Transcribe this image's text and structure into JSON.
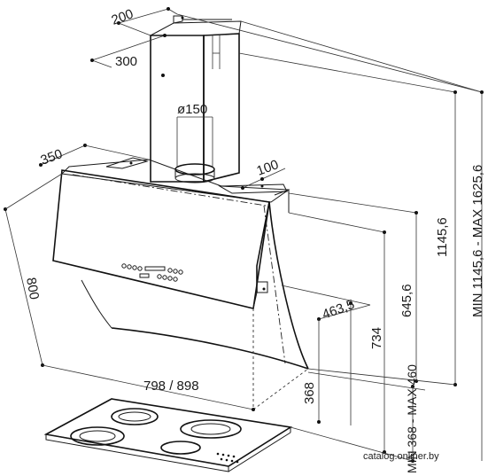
{
  "dimensions": {
    "chimney_depth": "200",
    "chimney_width": "300",
    "duct_diameter": "ø150",
    "hood_depth": "350",
    "outlet_offset": "100",
    "panel_height": "800",
    "hood_width": "798 / 898",
    "canopy_depth": "463,5",
    "glass_height": "645,6",
    "body_height": "734",
    "bottom_clearance": "368",
    "overall_height": "1145,6",
    "height_range": "MIN 1145,6 - MAX 1625,6",
    "hob_distance": "MIN 368 - MAX 460"
  },
  "watermark": "catalog.onliner.by"
}
